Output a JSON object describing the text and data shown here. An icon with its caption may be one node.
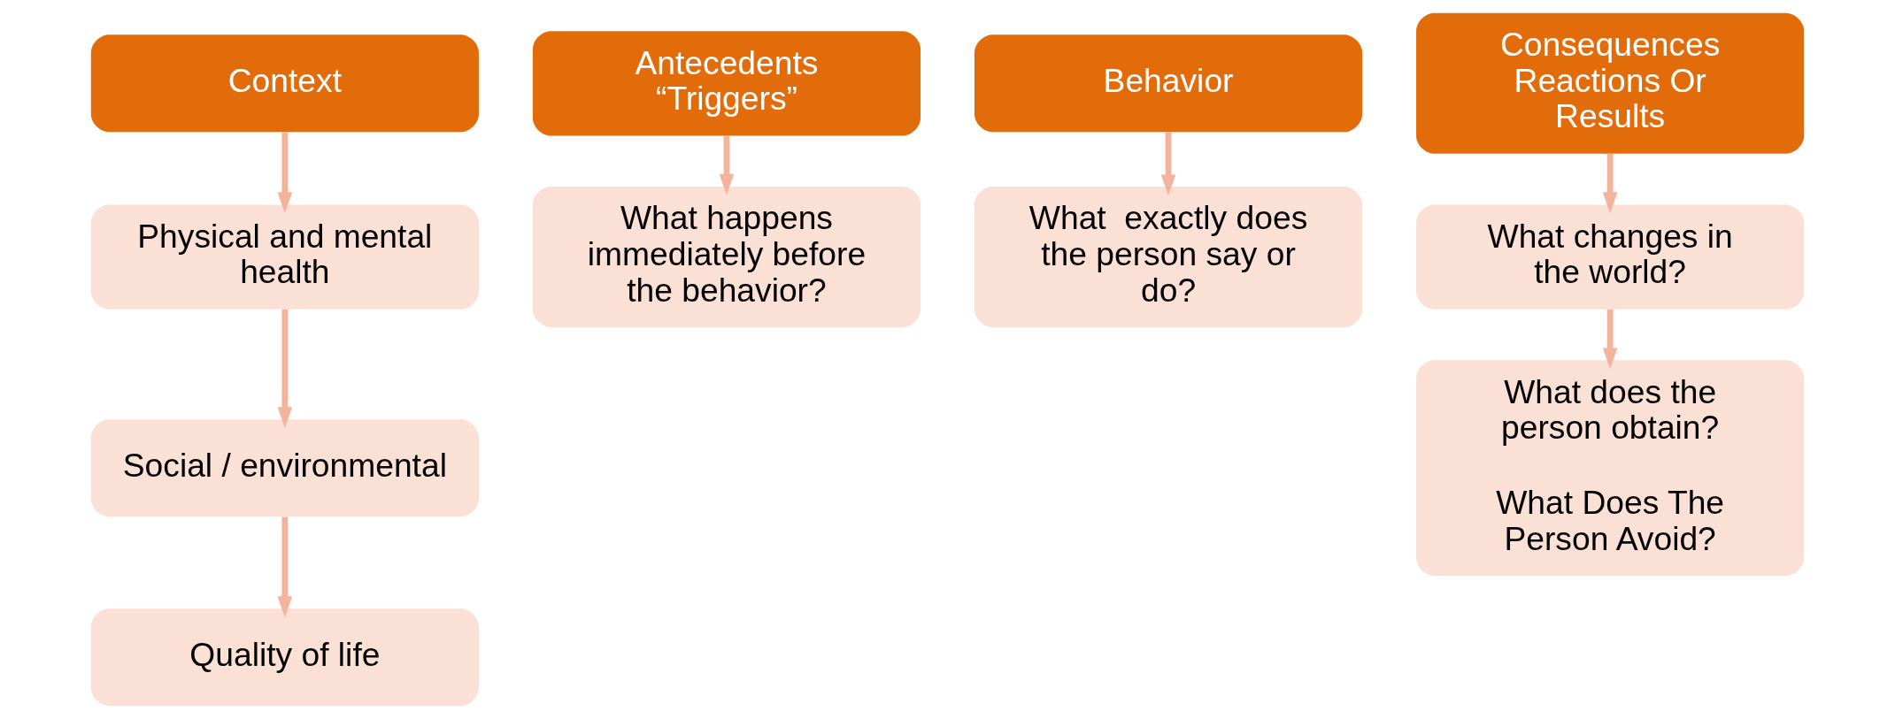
{
  "diagram": {
    "nodes": [
      {
        "text": [
          "Context"
        ]
      },
      {
        "text": [
          "Physical and mental health"
        ]
      },
      {
        "text": [
          "Social / environmental"
        ]
      },
      {
        "text": [
          "Quality of life"
        ]
      },
      {
        "text": [
          "Antecedents “Triggers”"
        ]
      },
      {
        "text": [
          "What happens immediately before the behavior?"
        ]
      },
      {
        "text": [
          "Behavior"
        ]
      },
      {
        "text": [
          "What  exactly does the person say or do?"
        ]
      },
      {
        "text": [
          "Consequences Reactions Or Results"
        ]
      },
      {
        "text": [
          "What changes in the world?"
        ]
      },
      {
        "text": [
          "What does the person obtain?",
          "What Does The Person Avoid?"
        ]
      }
    ],
    "edges": [
      {
        "from": 0,
        "to": 1,
        "arrow": "to"
      },
      {
        "from": 1,
        "to": 2,
        "arrow": "to"
      },
      {
        "from": 2,
        "to": 3,
        "arrow": "to"
      },
      {
        "from": 4,
        "to": 5,
        "arrow": "to"
      },
      {
        "from": 6,
        "to": 7,
        "arrow": "to"
      },
      {
        "from": 8,
        "to": 9,
        "arrow": "to"
      },
      {
        "from": 9,
        "to": 10,
        "arrow": "to"
      }
    ]
  }
}
